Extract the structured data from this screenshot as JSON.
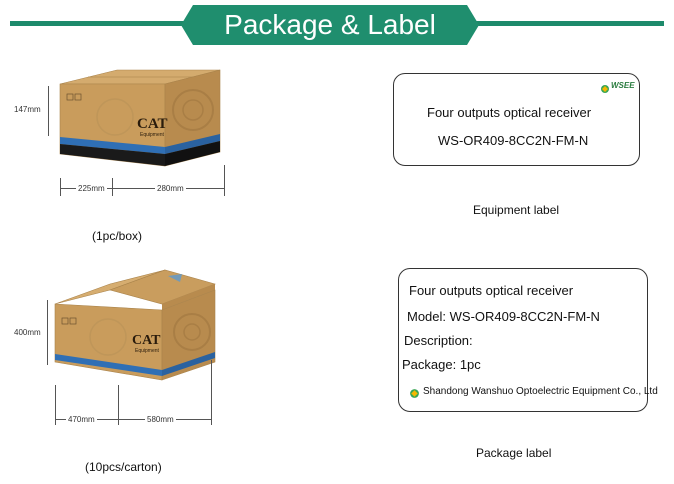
{
  "header": {
    "title": "Package & Label"
  },
  "box1": {
    "height_label": "147mm",
    "width_label": "225mm",
    "length_label": "280mm",
    "caption": "(1pc/box)",
    "brand": "CAT",
    "brand_sub": "Equipment"
  },
  "box2": {
    "height_label": "400mm",
    "width_label": "470mm",
    "length_label": "580mm",
    "caption": "(10pcs/carton)",
    "brand": "CAT",
    "brand_sub": "Equipment"
  },
  "equipment_label": {
    "logo": "WSEE",
    "line1": "Four outputs optical receiver",
    "line2": "WS-OR409-8CC2N-FM-N",
    "caption": "Equipment label"
  },
  "package_label": {
    "line1": "Four outputs optical receiver",
    "line2": "Model: WS-OR409-8CC2N-FM-N",
    "line3": "Description:",
    "line4": "Package: 1pc",
    "company": "Shandong Wanshuo Optoelectric Equipment Co., Ltd",
    "caption": "Package label"
  },
  "colors": {
    "brand_green": "#1f8e6e",
    "cardboard": "#c9a063",
    "blue_stripe": "#2f6fb5"
  }
}
